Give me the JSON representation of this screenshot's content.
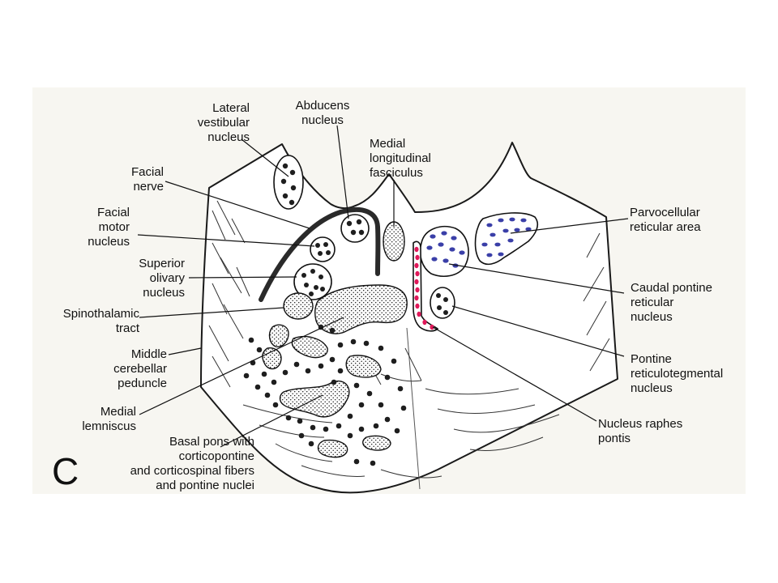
{
  "panel_letter": "C",
  "labels": {
    "lateral_vestibular_nucleus": [
      "Lateral",
      "vestibular",
      "nucleus"
    ],
    "abducens_nucleus": [
      "Abducens",
      "nucleus"
    ],
    "medial_longitudinal_fasciculus": [
      "Medial",
      "longitudinal",
      "fasciculus"
    ],
    "facial_nerve": [
      "Facial",
      "nerve"
    ],
    "facial_motor_nucleus": [
      "Facial",
      "motor",
      "nucleus"
    ],
    "superior_olivary_nucleus": [
      "Superior",
      "olivary",
      "nucleus"
    ],
    "spinothalamic_tract": [
      "Spinothalamic",
      "tract"
    ],
    "middle_cerebellar_peduncle": [
      "Middle",
      "cerebellar",
      "peduncle"
    ],
    "medial_lemniscus": [
      "Medial",
      "lemniscus"
    ],
    "basal_pons": [
      "Basal pons with",
      "corticopontine",
      "and corticospinal fibers",
      "and pontine nuclei"
    ],
    "parvocellular_reticular_area": [
      "Parvocellular",
      "reticular area"
    ],
    "caudal_pontine_reticular_nucleus": [
      "Caudal pontine",
      "reticular",
      "nucleus"
    ],
    "pontine_reticulotegmental_nucleus": [
      "Pontine",
      "reticulotegmental",
      "nucleus"
    ],
    "nucleus_raphes_pontis": [
      "Nucleus raphes",
      "pontis"
    ]
  },
  "colors": {
    "background_panel": "#f7f6f1",
    "parvocellular_dots": "#3a3fa8",
    "raphe_dots": "#e0195a",
    "ink": "#111111"
  }
}
